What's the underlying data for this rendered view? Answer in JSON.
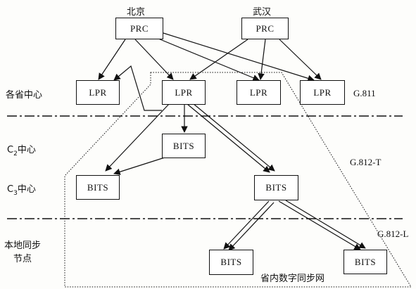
{
  "cities": {
    "beijing": "北京",
    "wuhan": "武汉"
  },
  "nodes": {
    "prc_beijing": "PRC",
    "prc_wuhan": "PRC",
    "lpr_1": "LPR",
    "lpr_2": "LPR",
    "lpr_3": "LPR",
    "lpr_4": "LPR",
    "bits_c2": "BITS",
    "bits_c3_left": "BITS",
    "bits_c3_right": "BITS",
    "bits_local_left": "BITS",
    "bits_local_right": "BITS"
  },
  "levels": {
    "provincial": "各省中心",
    "c2_prefix": "C",
    "c2_sub": "2",
    "c2_suffix": "中心",
    "c3_prefix": "C",
    "c3_sub": "3",
    "c3_suffix": "中心",
    "local_line1": "本地同步",
    "local_line2": "节点"
  },
  "standards": {
    "g811": "G.811",
    "g812t": "G.812-T",
    "g812l": "G.812-L"
  },
  "region_label": "省内数字同步网"
}
